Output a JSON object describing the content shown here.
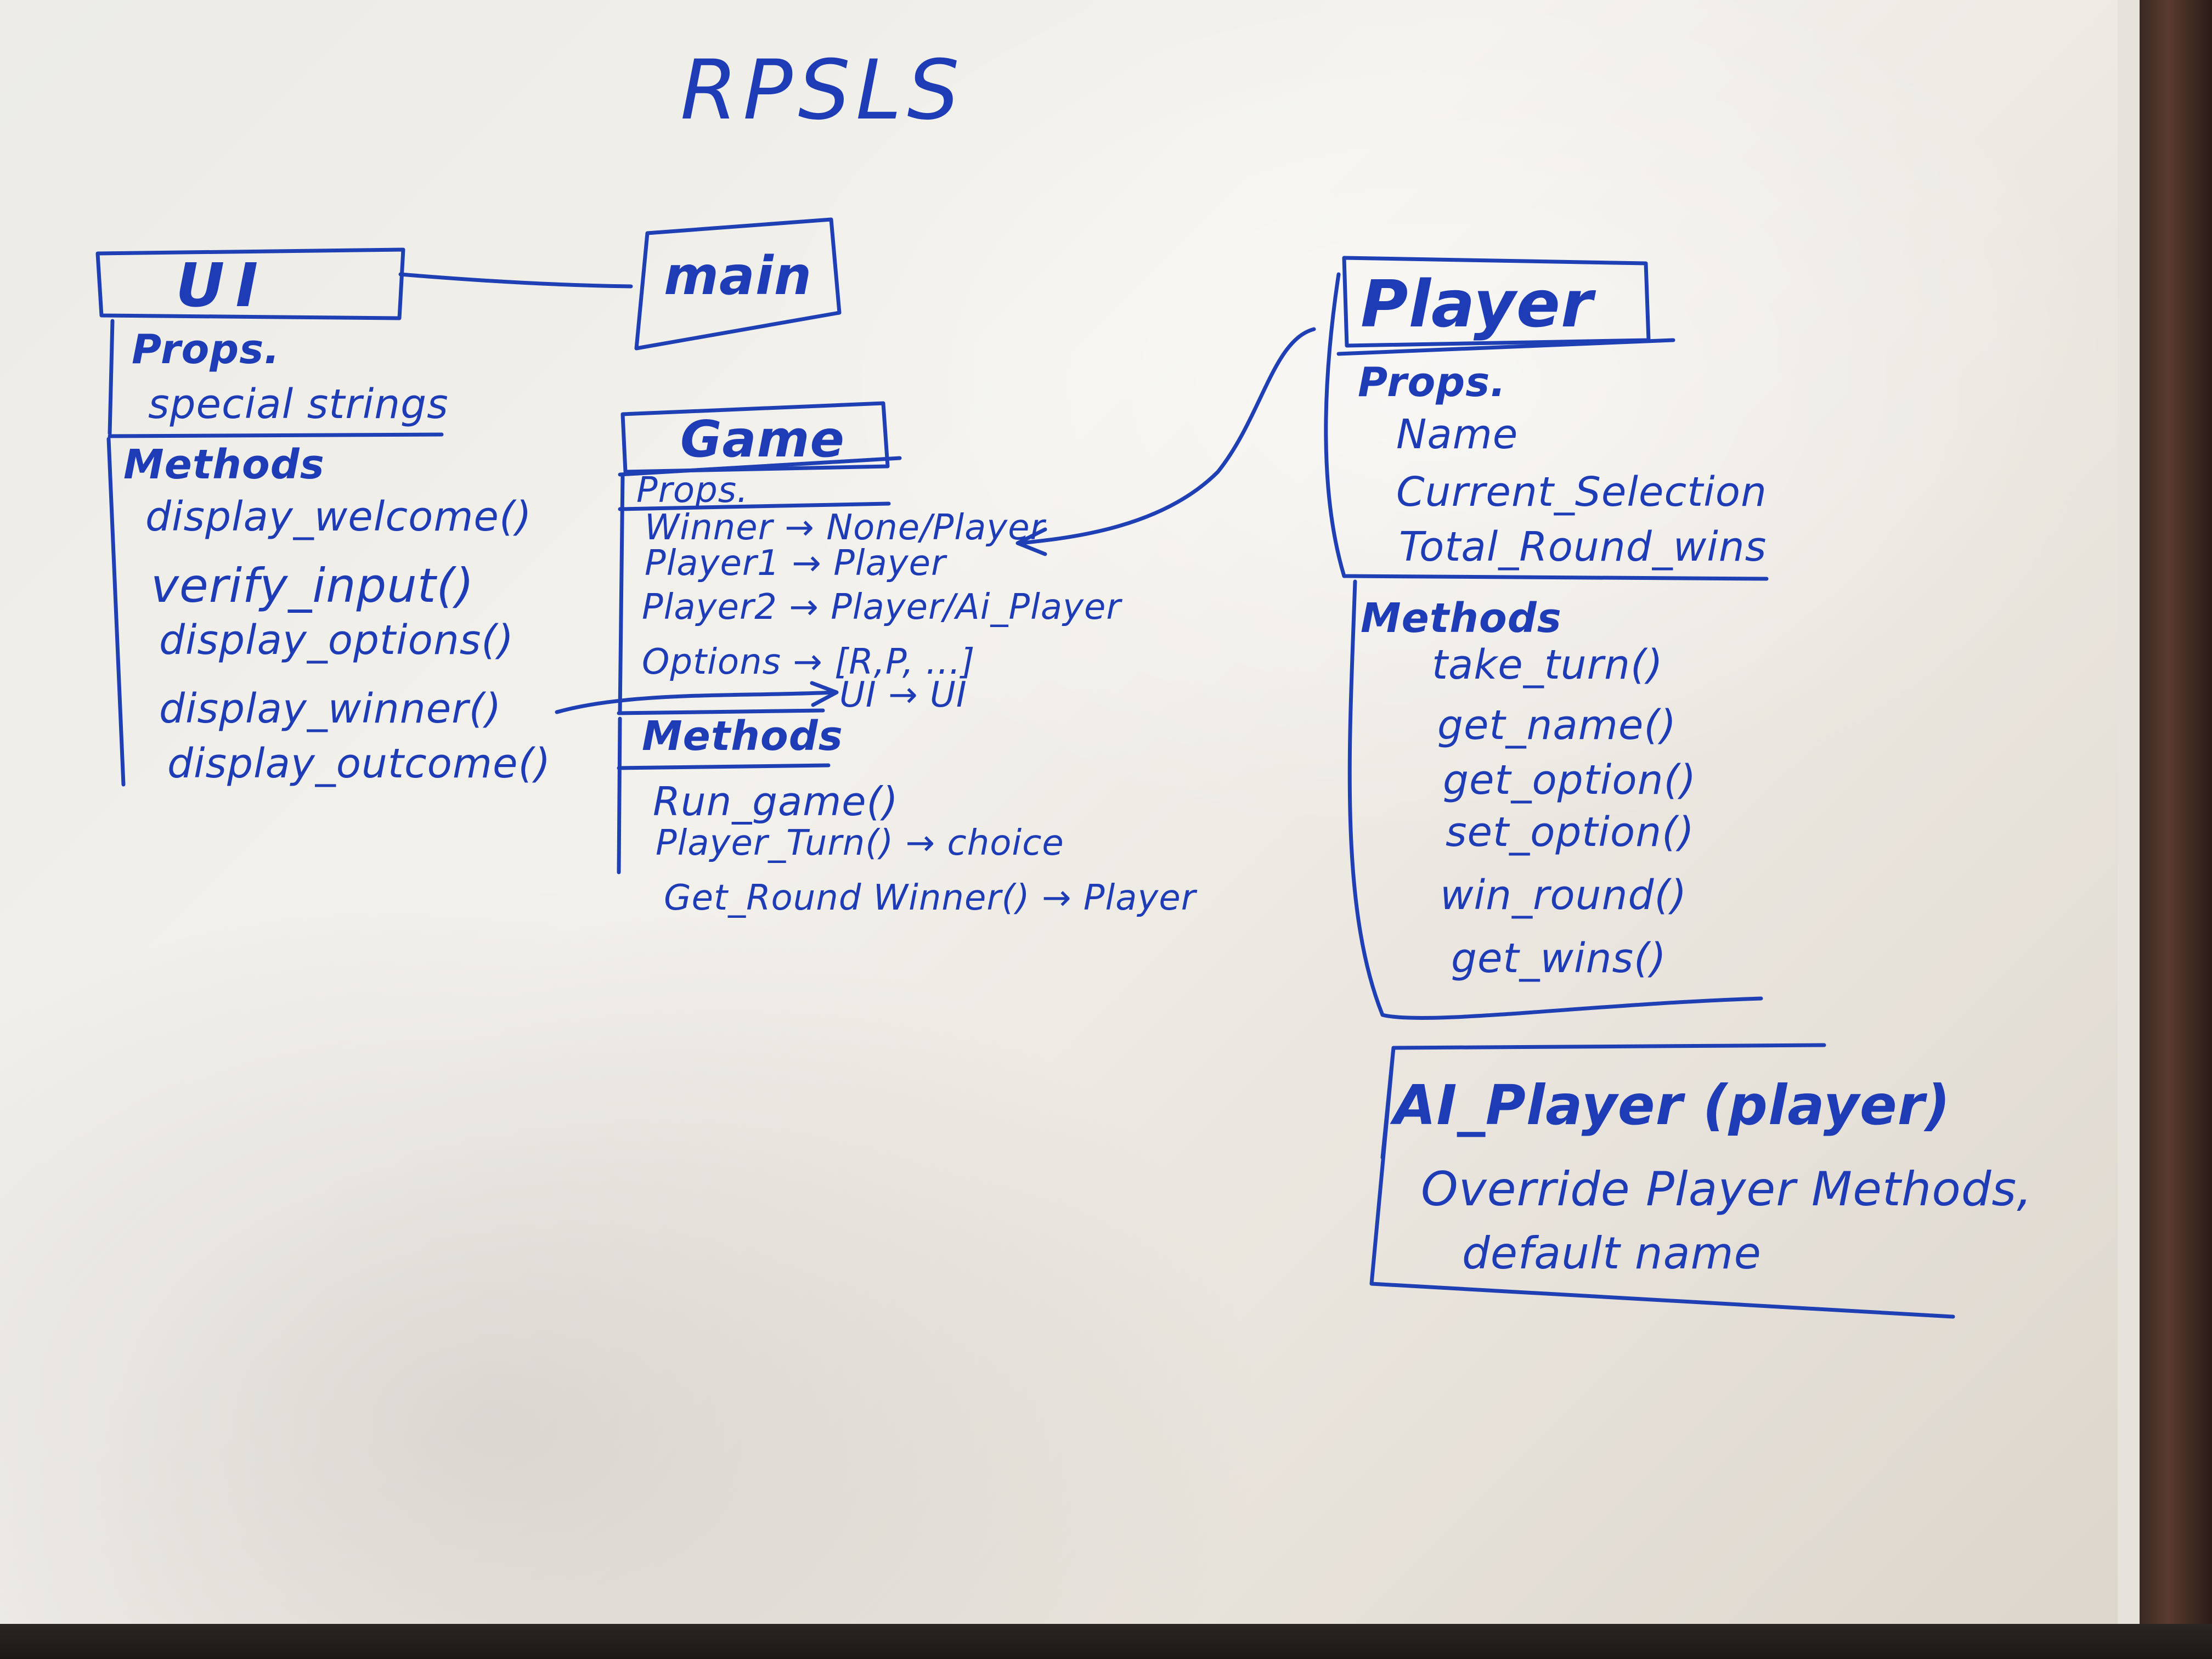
{
  "title": "RPSLS",
  "ui_class": {
    "name": "UI",
    "props_label": "Props.",
    "props": [
      "special strings"
    ],
    "methods_label": "Methods",
    "methods": [
      "display_welcome()",
      "verify_input()",
      "display_options()",
      "display_winner()",
      "display_outcome()"
    ]
  },
  "main_class": {
    "name": "main"
  },
  "game_class": {
    "name": "Game",
    "props_label": "Props.",
    "props": [
      "Winner → None/Player",
      "Player1 → Player",
      "Player2 → Player/Ai_Player",
      "Options → [R,P, ...]",
      "UI → UI"
    ],
    "methods_label": "Methods",
    "methods": [
      "Run_game()",
      "Player_Turn() → choice",
      "Get_Round Winner() → Player"
    ]
  },
  "player_class": {
    "name": "Player",
    "props_label": "Props.",
    "props": [
      "Name",
      "Current_Selection",
      "Total_Round_wins"
    ],
    "methods_label": "Methods",
    "methods": [
      "take_turn()",
      "get_name()",
      "get_option()",
      "set_option()",
      "win_round()",
      "get_wins()"
    ]
  },
  "ai_player_class": {
    "name": "AI_Player (player)",
    "notes": [
      "Override Player Methods,",
      "default name"
    ]
  },
  "colors": {
    "marker": "#1d3cb6",
    "board": "#efede8"
  }
}
